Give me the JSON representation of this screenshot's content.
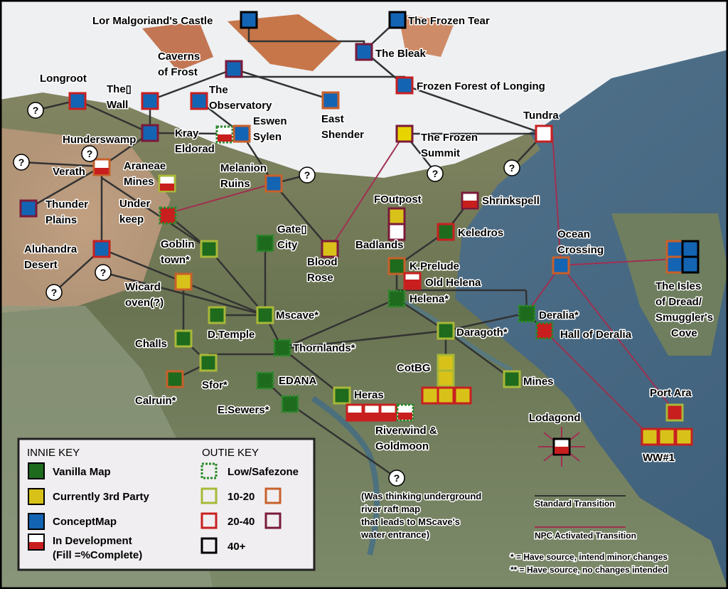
{
  "map": {
    "locations": {
      "lor_castle": "Lor Malgoriand's Castle",
      "frozen_tear": "The Frozen Tear",
      "bleak": "The Bleak",
      "caverns_1": "Caverns",
      "caverns_2": "of Frost",
      "longroot": "Longroot",
      "wall_1": "The▯",
      "wall_2": "Wall",
      "observatory_1": "The",
      "observatory_2": "Observatory",
      "frozen_forest": "Frozen Forest of Longing",
      "east_shender_1": "East",
      "east_shender_2": "Shender",
      "eswen_1": "Eswen",
      "eswen_2": "Sylen",
      "hunderswamp": "Hunderswamp",
      "kray_1": "Kray",
      "kray_2": "Eldorad",
      "frozen_summit_1": "The Frozen",
      "frozen_summit_2": "Summit",
      "tundra": "Tundra",
      "verath": "Verath",
      "araneae_1": "Araneae",
      "araneae_2": "Mines",
      "melanion_1": "Melanion",
      "melanion_2": "Ruins",
      "thunder_1": "Thunder",
      "thunder_2": "Plains",
      "underkeep_1": "Under",
      "underkeep_2": "keep",
      "foutpost": "FOutpost",
      "shrinkspell": "Shrinkspell",
      "gate_1": "Gate▯",
      "gate_2": "City",
      "keledros": "Keledros",
      "ocean_1": "Ocean",
      "ocean_2": "Crossing",
      "aluhandra_1": "Aluhandra",
      "aluhandra_2": "Desert",
      "goblin_1": "Goblin",
      "goblin_2": "town*",
      "badlands": "Badlands",
      "blood_1": "Blood",
      "blood_2": "Rose",
      "kprelude": "K.Prelude",
      "old_helena": "Old Helena",
      "isles_1": "The Isles",
      "isles_2": "of Dread/",
      "isles_3": "Smuggler's",
      "isles_4": "Cove",
      "wicard_1": "Wicard",
      "wicard_2": "oven(?)",
      "helena": "Helena*",
      "mscave": "Mscave*",
      "dtemple": "D.Temple",
      "deralia": "Deralia*",
      "daragoth": "Daragoth*",
      "hall_deralia": "Hall of Deralia",
      "challs": "Challs",
      "thornlands": "Thornlands*",
      "cotbg": "CotBG",
      "sfor": "Sfor*",
      "edana": "EDANA",
      "mines": "Mines",
      "heras": "Heras",
      "calruin": "Calruin*",
      "esewers": "E.Sewers*",
      "port_ara": "Port Ara",
      "lodagond": "Lodagond",
      "riverwind_1": "Riverwind &",
      "riverwind_2": "Goldmoon",
      "ww1": "WW#1"
    },
    "unknown_marker": "?",
    "note_lines": [
      "(Was thinking underground",
      "river raft map",
      "that leads to MScave's",
      "water entrance)"
    ]
  },
  "innie_key": {
    "title": "INNIE KEY",
    "items": [
      {
        "label": "Vanilla Map",
        "color": "#1e6b1e"
      },
      {
        "label": "Currently 3rd Party",
        "color": "#d8c21a"
      },
      {
        "label": "ConceptMap",
        "color": "#1464b4"
      },
      {
        "label": "In Development",
        "color": "#c81e1e"
      }
    ],
    "fill_note": "(Fill =%Complete)"
  },
  "outie_key": {
    "title": "OUTIE KEY",
    "items": [
      {
        "label": "Low/Safezone",
        "color": "#2a8a2a",
        "style": "dotted"
      },
      {
        "label": "10-20",
        "color": "#a8b838",
        "alt_color": "#c8602a"
      },
      {
        "label": "20-40",
        "color": "#c82020",
        "alt_color": "#7a1a3a"
      },
      {
        "label": "40+",
        "color": "#000000"
      }
    ]
  },
  "line_legend": {
    "standard": "Standard Transition",
    "npc": "NPC Activated Transition",
    "standard_color": "#333333",
    "npc_color": "#a03050"
  },
  "footnotes": [
    "* = Have source, intend minor changes",
    "** = Have source, no changes intended"
  ]
}
